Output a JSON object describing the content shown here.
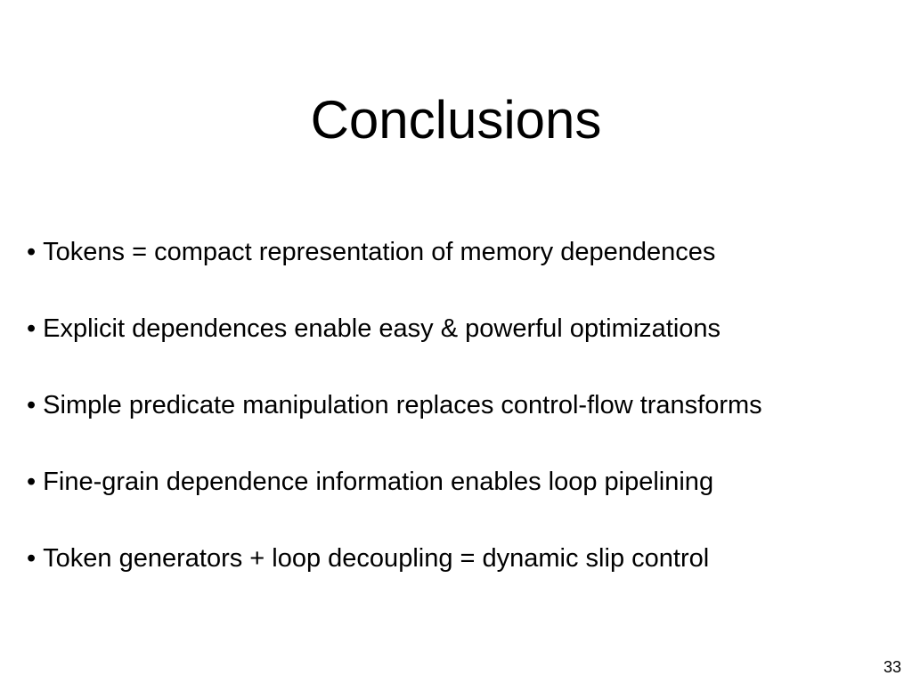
{
  "slide": {
    "title": "Conclusions",
    "bullet_marker": "•",
    "bullets": [
      "Tokens = compact representation of memory dependences",
      "Explicit dependences enable easy & powerful optimizations",
      "Simple predicate manipulation replaces control-flow transforms",
      "Fine-grain dependence information enables loop pipelining",
      "Token generators + loop decoupling = dynamic slip control"
    ],
    "page_number": "33"
  }
}
